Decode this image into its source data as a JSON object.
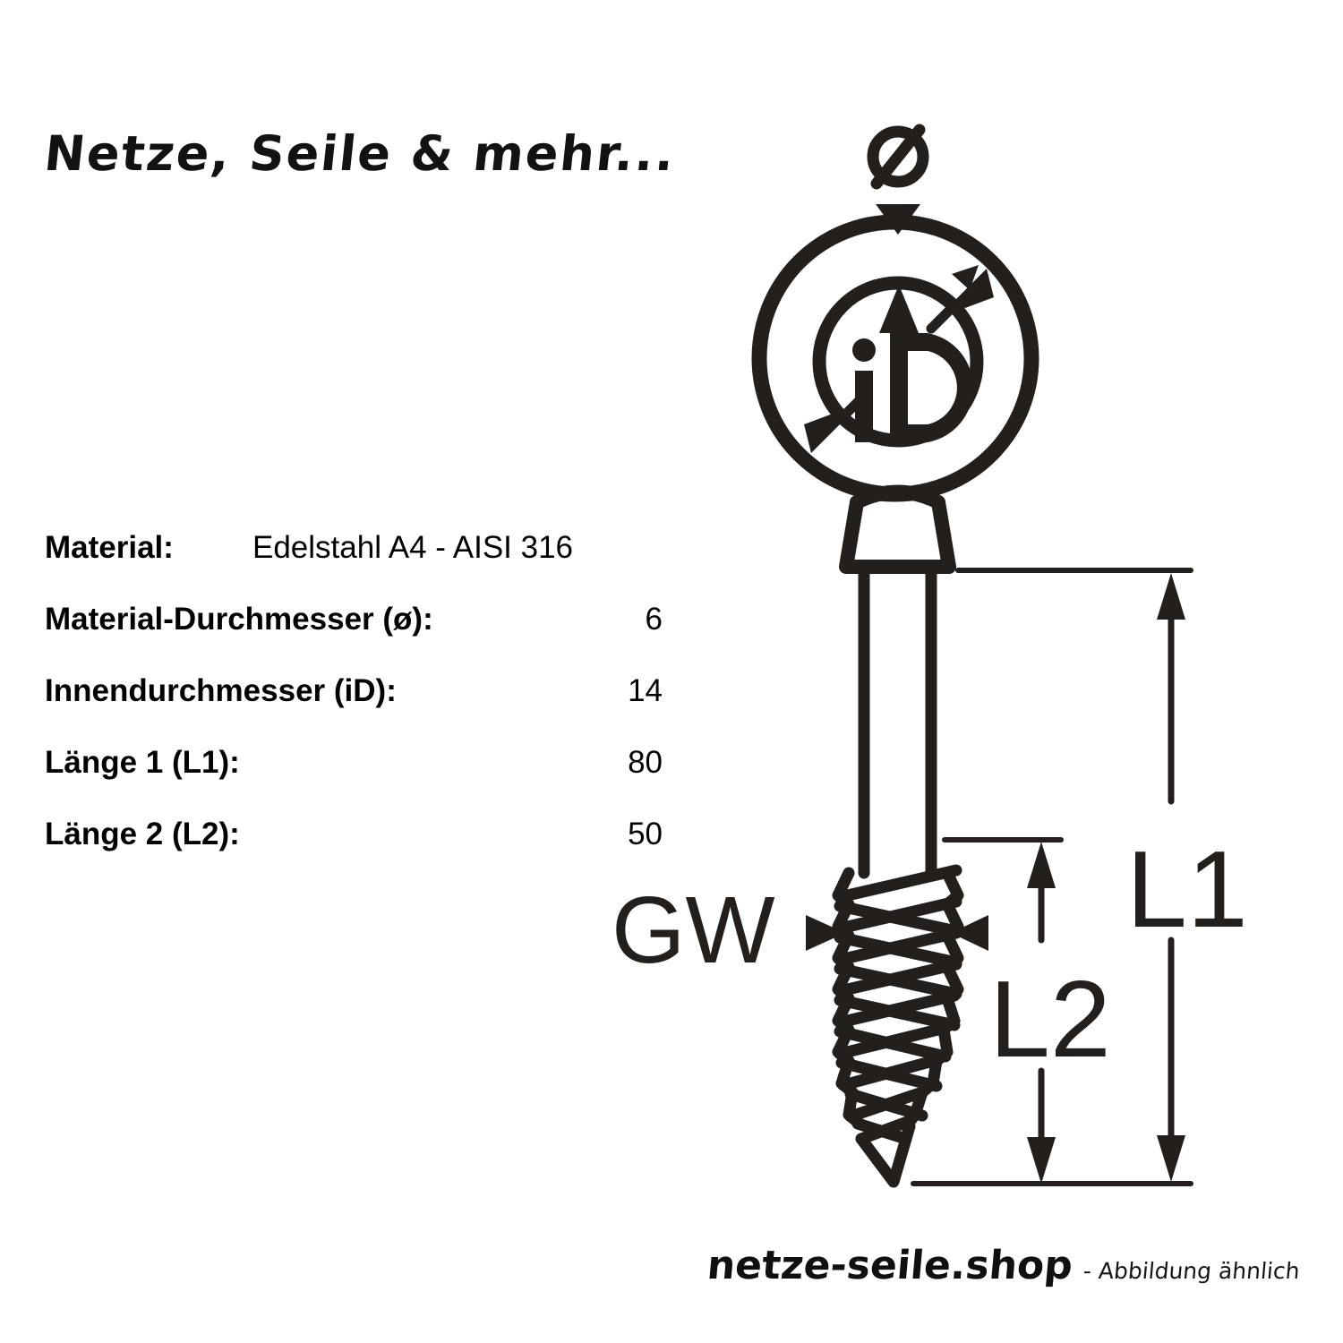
{
  "brand": {
    "title": "Netze, Seile & mehr..."
  },
  "specs": {
    "rows": [
      {
        "label": "Material:",
        "value": "Edelstahl A4 - AISI 316",
        "align": "left"
      },
      {
        "label": "Material-Durchmesser (ø):",
        "value": "6",
        "align": "right"
      },
      {
        "label": "Innendurchmesser (iD):",
        "value": "14",
        "align": "right"
      },
      {
        "label": "Länge 1 (L1):",
        "value": "80",
        "align": "right"
      },
      {
        "label": "Länge 2 (L2):",
        "value": "50",
        "align": "right"
      }
    ]
  },
  "drawing": {
    "diameter_symbol": "Ø",
    "inner_diameter_label": "iD",
    "thread_label": "GW",
    "length1_label": "L1",
    "length2_label": "L2",
    "line_color": "#231f1c"
  },
  "footer": {
    "shop": "netze-seile.shop",
    "note": "- Abbildung ähnlich"
  }
}
